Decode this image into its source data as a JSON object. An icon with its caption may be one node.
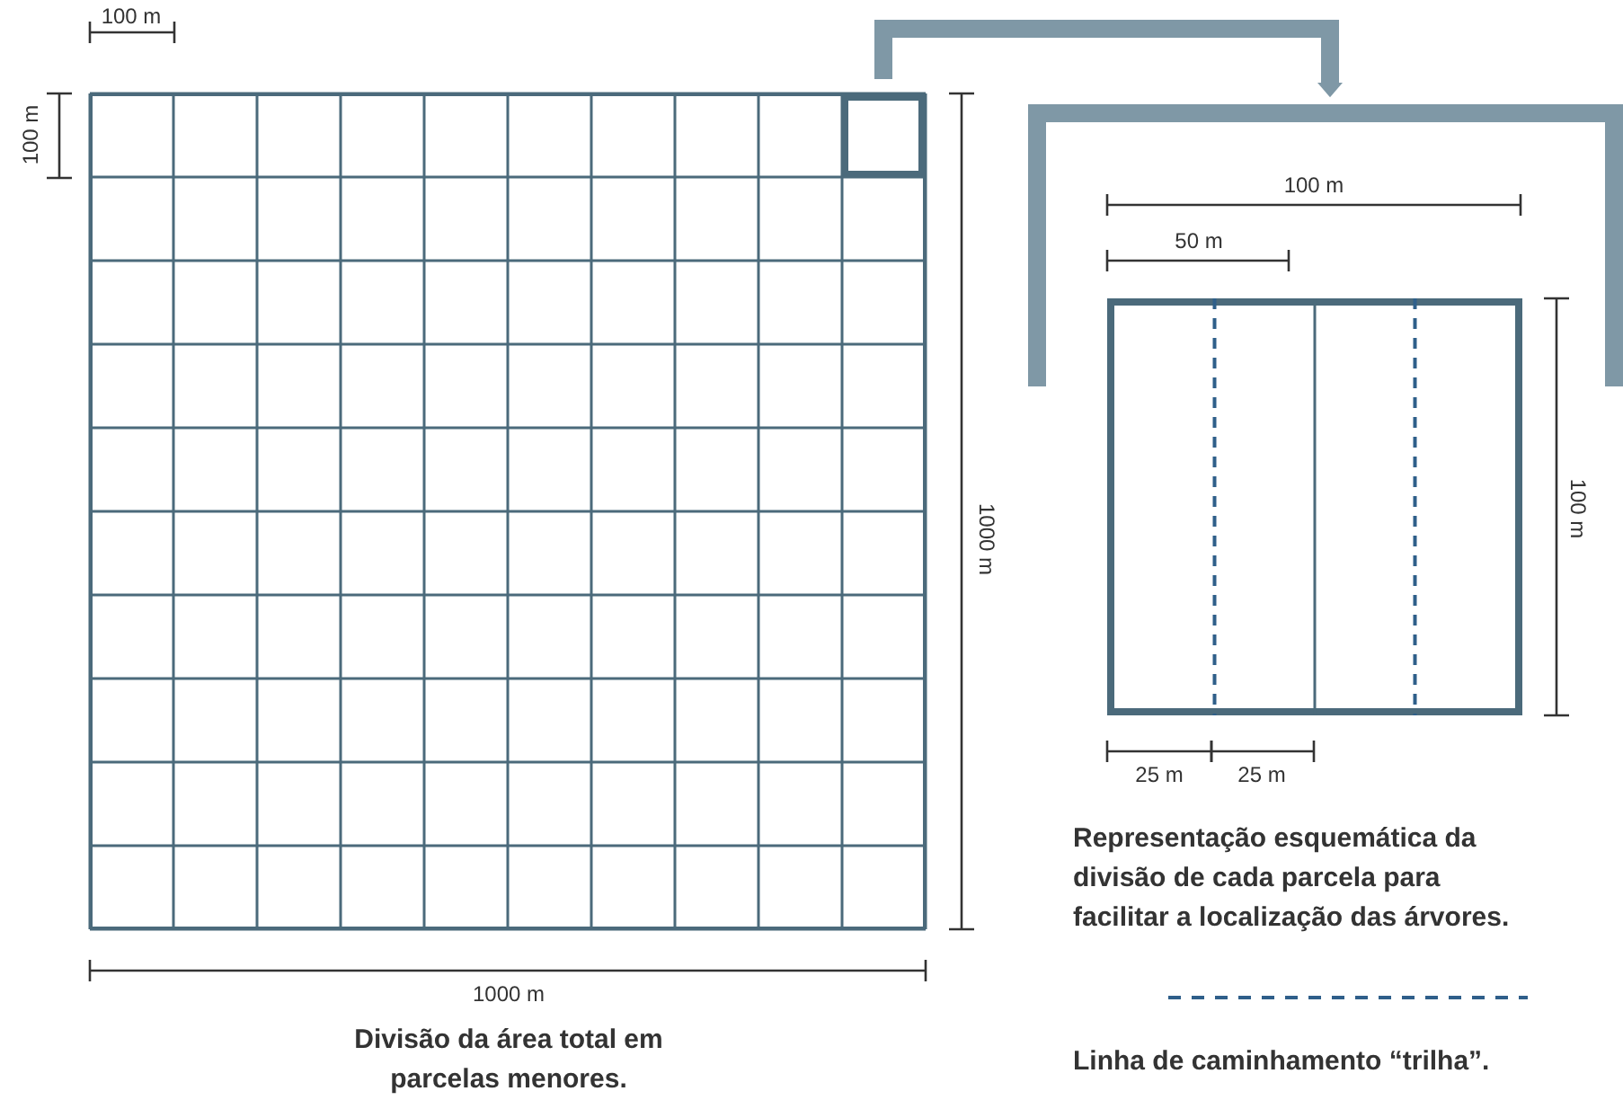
{
  "diagram": {
    "nodes": [
      {
        "text": [],
        "shape": "box",
        "beside": [
          "Divisão da área total em parcelas menores."
        ]
      },
      {
        "text": [],
        "shape": "box",
        "in": 0
      },
      {
        "text": [],
        "shape": "box"
      },
      {
        "text": [],
        "shape": "box",
        "in": 2
      }
    ],
    "edges": [
      {
        "from": 1,
        "to": 2,
        "arrow": "to",
        "color": "#7f98a6"
      }
    ],
    "labels": [
      "100 m",
      "100 m",
      "1000 m",
      "1000 m",
      "100 m",
      "50 m",
      "100 m",
      "25 m",
      "25 m",
      "Representação esquemática da divisão de cada parcela para facilitar a localização das árvores."
    ],
    "legend": [
      {
        "text": "Linha de caminhamento “trilha”."
      }
    ]
  }
}
